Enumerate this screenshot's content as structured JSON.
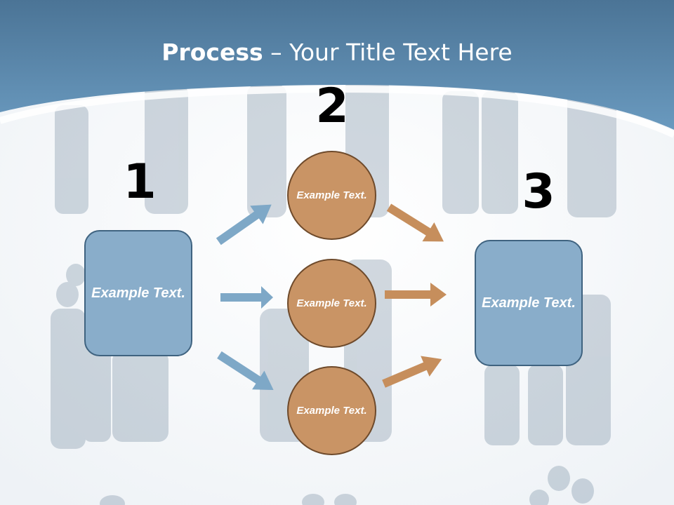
{
  "title": {
    "bold": "Process",
    "rest": " – Your Title Text Here"
  },
  "steps": [
    {
      "number": "1",
      "label": "Example Text."
    },
    {
      "number": "2",
      "labels": [
        "Example Text.",
        "Example Text.",
        "Example Text."
      ]
    },
    {
      "number": "3",
      "label": "Example Text."
    }
  ],
  "colors": {
    "header": "#5a86a9",
    "box_fill": "#89adca",
    "box_border": "#3f6380",
    "circle_fill": "#c99465",
    "circle_border": "#6e4a2b",
    "arrow_blue": "#7ea8c7",
    "arrow_orange": "#c68e5c"
  }
}
